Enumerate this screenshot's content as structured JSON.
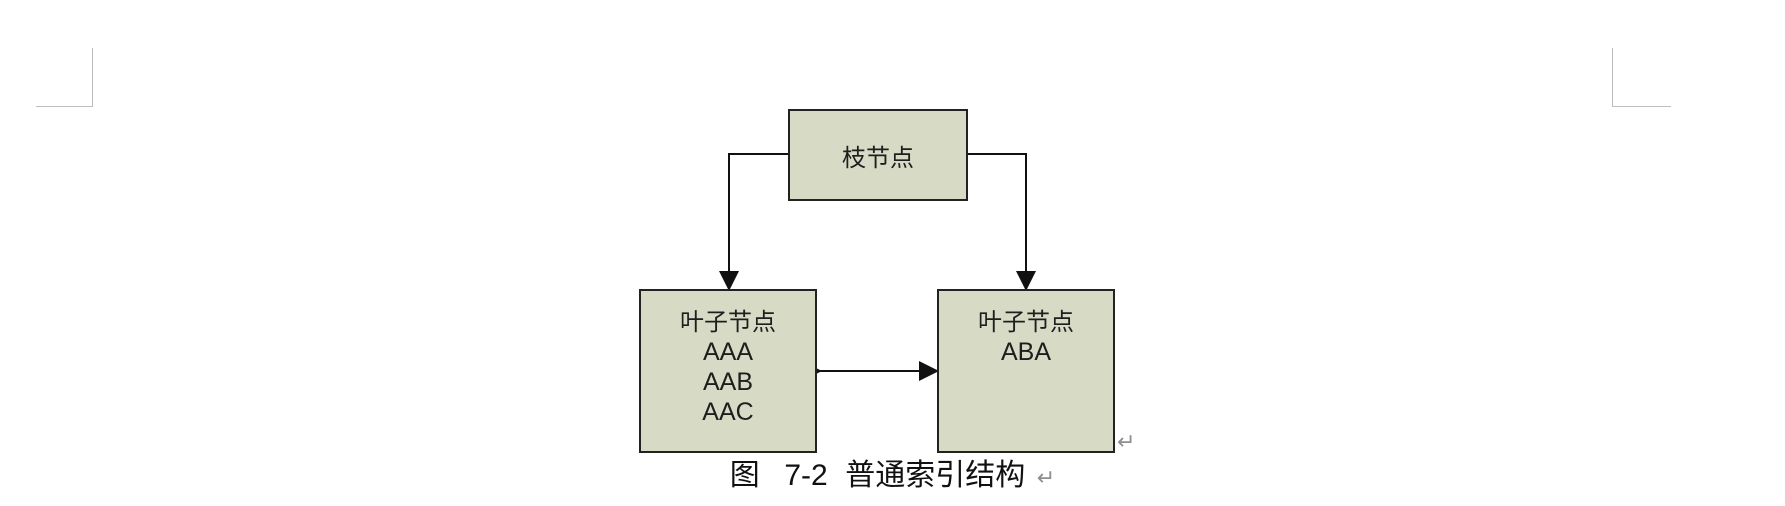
{
  "diagram": {
    "root": {
      "label": "枝节点"
    },
    "leaves": [
      {
        "title": "叶子节点",
        "keys": [
          "AAA",
          "AAB",
          "AAC"
        ]
      },
      {
        "title": "叶子节点",
        "keys": [
          "ABA"
        ]
      }
    ],
    "colors": {
      "node_fill": "#d7dbc5",
      "node_border": "#222222",
      "edge": "#111111"
    }
  },
  "caption": {
    "figure": "图",
    "number": "7-2",
    "title": "普通索引结构"
  },
  "marks": {
    "paragraph_return": "↵"
  }
}
